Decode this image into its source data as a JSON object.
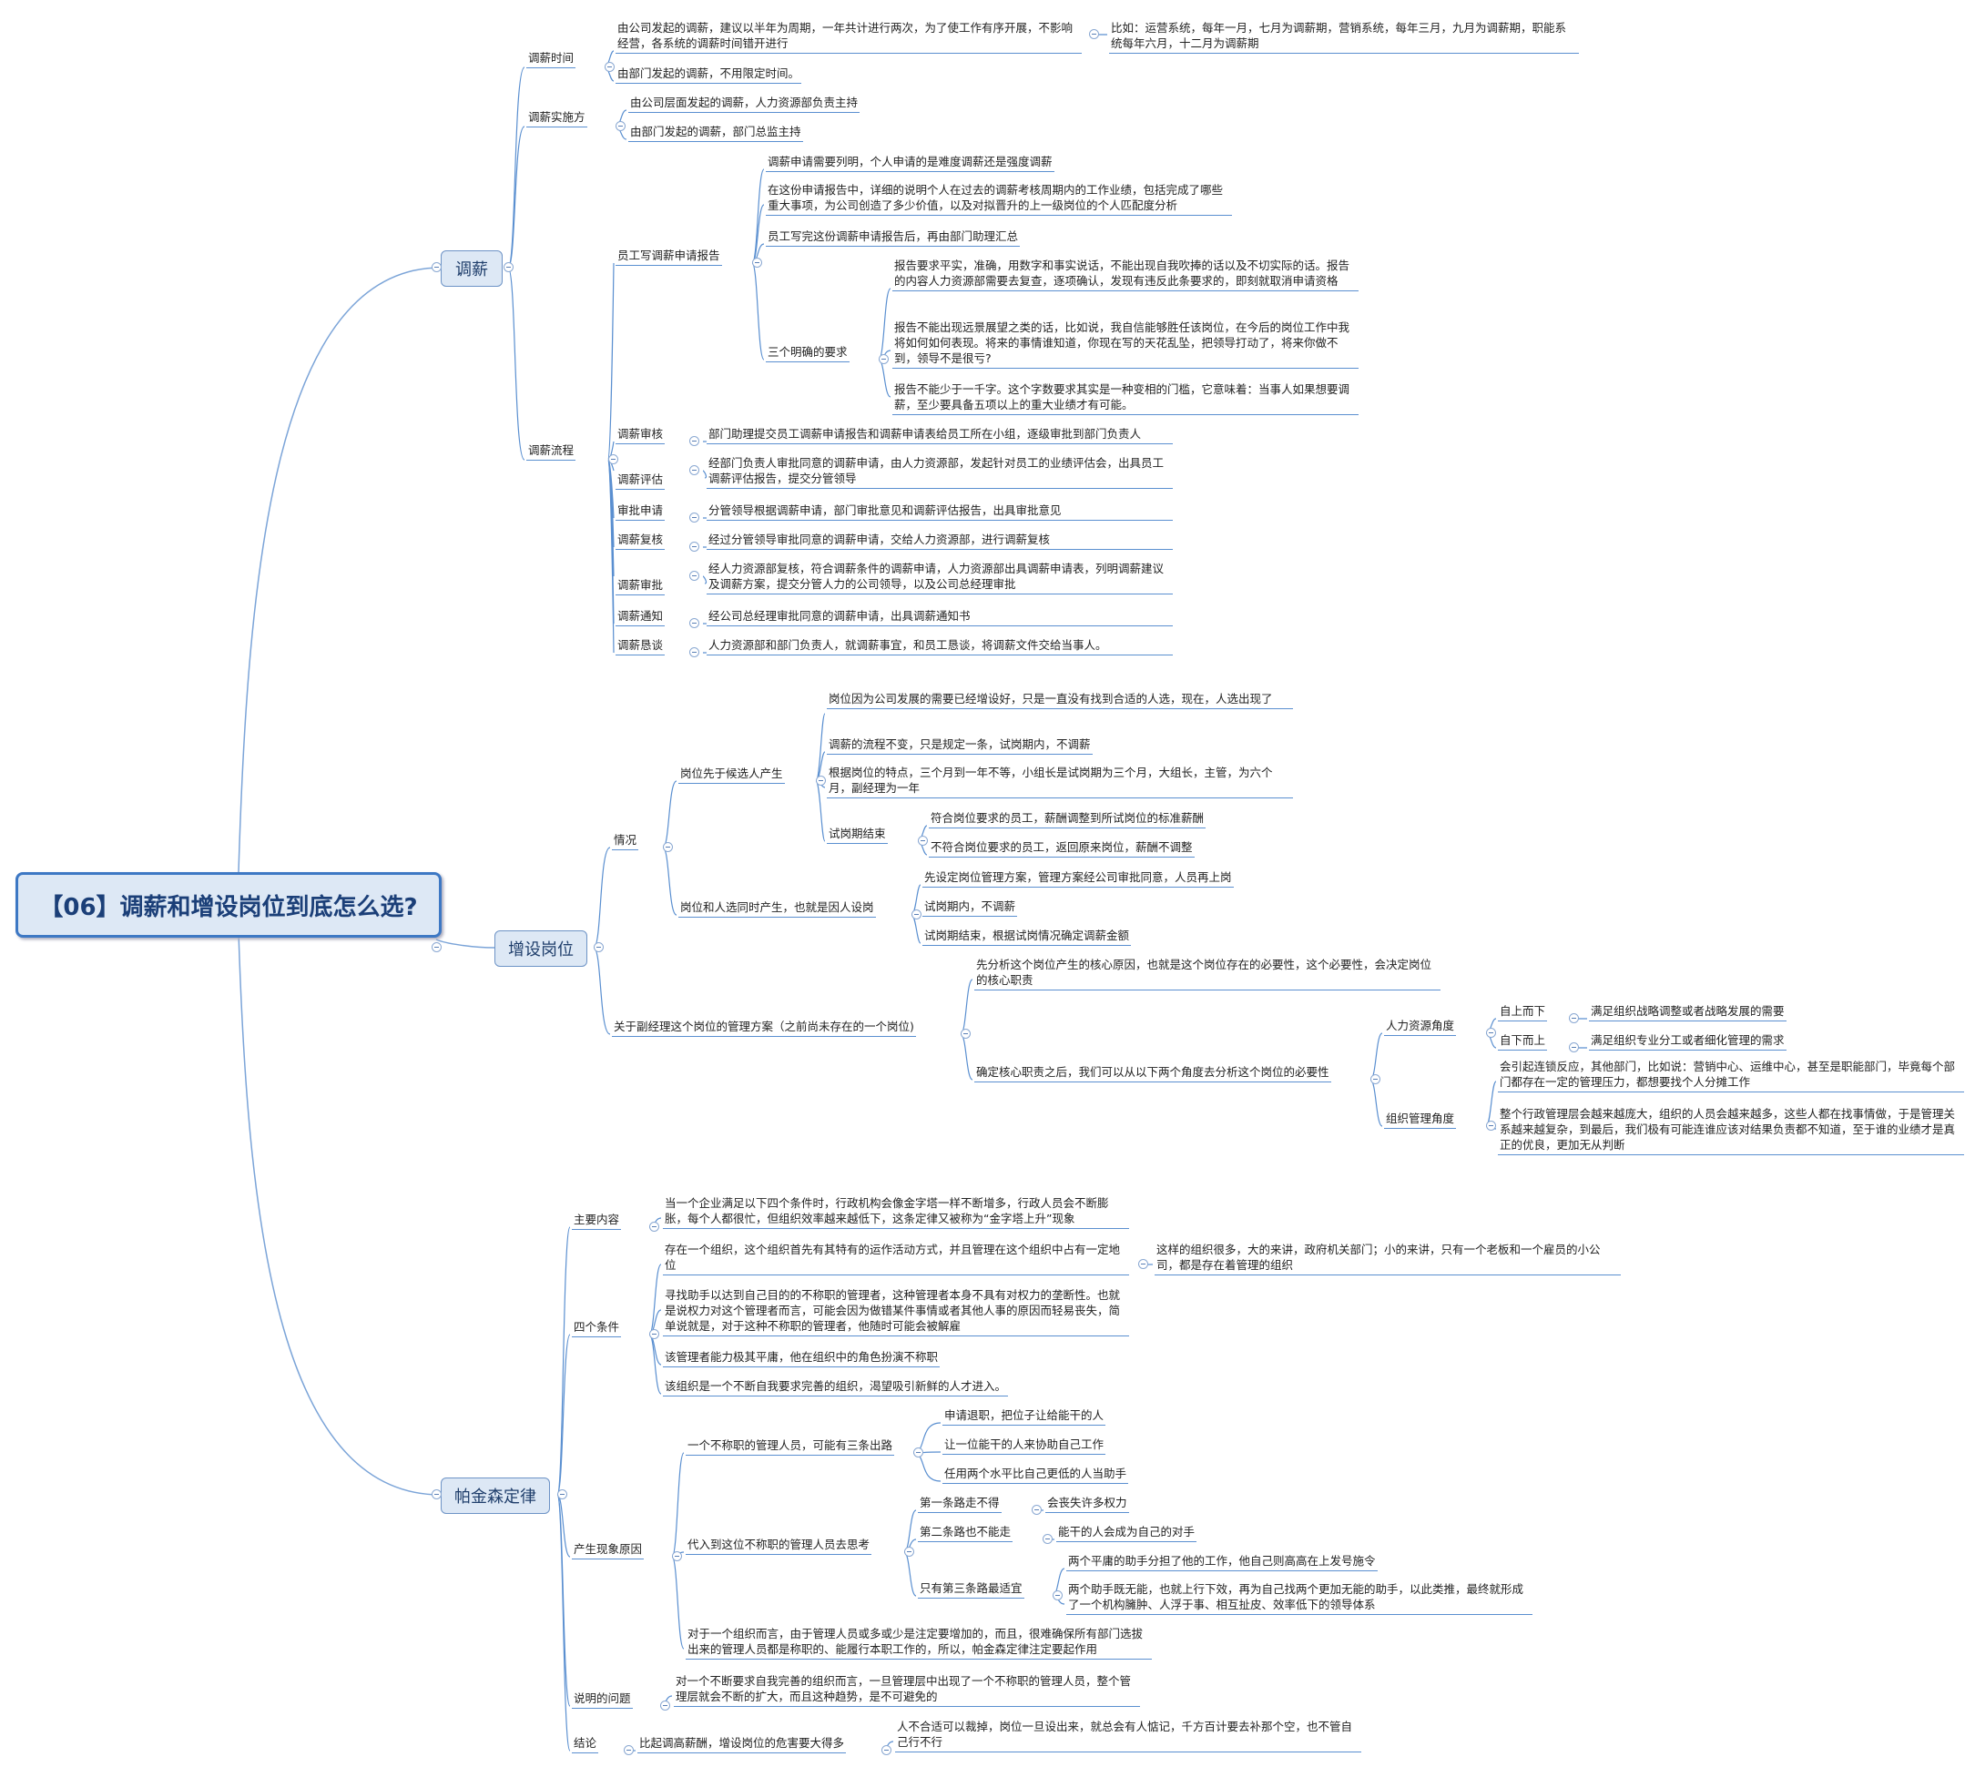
{
  "root": "【06】调薪和增设岗位到底怎么选?",
  "branches": {
    "tiaoxin": "调薪",
    "zengshe": "增设岗位",
    "pajinsen": "帕金森定律"
  },
  "tx": {
    "time": "调薪时间",
    "time_c1": "由公司发起的调薪，建议以半年为周期，一年共计进行两次，为了使工作有序开展，不影响经营，各系统的调薪时间错开进行",
    "time_c1_ex": "比如：运营系统，每年一月，七月为调薪期，营销系统，每年三月，九月为调薪期，职能系统每年六月，十二月为调薪期",
    "time_c2": "由部门发起的调薪，不用限定时间。",
    "impl": "调薪实施方",
    "impl_c1": "由公司层面发起的调薪，人力资源部负责主持",
    "impl_c2": "由部门发起的调薪，部门总监主持",
    "flow": "调薪流程",
    "report": "员工写调薪申请报告",
    "report_c1": "调薪申请需要列明，个人申请的是难度调薪还是强度调薪",
    "report_c2": "在这份申请报告中，详细的说明个人在过去的调薪考核周期内的工作业绩，包括完成了哪些重大事项，为公司创造了多少价值，以及对拟晋升的上一级岗位的个人匹配度分析",
    "report_c3": "员工写完这份调薪申请报告后，再由部门助理汇总",
    "req": "三个明确的要求",
    "req_c1": "报告要求平实，准确，用数字和事实说话，不能出现自我吹捧的话以及不切实际的话。报告的内容人力资源部需要去复查，逐项确认，发现有违反此条要求的，即刻就取消申请资格",
    "req_c2": "报告不能出现远景展望之类的话，比如说，我自信能够胜任该岗位，在今后的岗位工作中我将如何如何表现。将来的事情谁知道，你现在写的天花乱坠，把领导打动了，将来你做不到，领导不是很亏?",
    "req_c3": "报告不能少于一千字。这个字数要求其实是一种变相的门槛，它意味着：当事人如果想要调薪，至少要具备五项以上的重大业绩才有可能。",
    "steps": [
      {
        "label": "调薪审核",
        "text": "部门助理提交员工调薪申请报告和调薪申请表给员工所在小组，逐级审批到部门负责人"
      },
      {
        "label": "调薪评估",
        "text": "经部门负责人审批同意的调薪申请，由人力资源部，发起针对员工的业绩评估会，出具员工调薪评估报告，提交分管领导"
      },
      {
        "label": "审批申请",
        "text": "分管领导根据调薪申请，部门审批意见和调薪评估报告，出具审批意见"
      },
      {
        "label": "调薪复核",
        "text": "经过分管领导审批同意的调薪申请，交给人力资源部，进行调薪复核"
      },
      {
        "label": "调薪审批",
        "text": "经人力资源部复核，符合调薪条件的调薪申请，人力资源部出具调薪申请表，列明调薪建议及调薪方案，提交分管人力的公司领导，以及公司总经理审批"
      },
      {
        "label": "调薪通知",
        "text": "经公司总经理审批同意的调薪申请，出具调薪通知书"
      },
      {
        "label": "调薪恳谈",
        "text": "人力资源部和部门负责人，就调薪事宜，和员工恳谈，将调薪文件交给当事人。"
      }
    ]
  },
  "zs": {
    "situation": "情况",
    "s1": "岗位先于候选人产生",
    "s1_c1": "岗位因为公司发展的需要已经增设好，只是一直没有找到合适的人选，现在，人选出现了",
    "s1_c2": "调薪的流程不变，只是规定一条，试岗期内，不调薪",
    "s1_c3": "根据岗位的特点，三个月到一年不等，小组长是试岗期为三个月，大组长，主管，为六个月，副经理为一年",
    "s1_c4": "试岗期结束",
    "s1_c4_a": "符合岗位要求的员工，薪酬调整到所试岗位的标准薪酬",
    "s1_c4_b": "不符合岗位要求的员工，返回原来岗位，薪酬不调整",
    "s2": "岗位和人选同时产生，也就是因人设岗",
    "s2_c1": "先设定岗位管理方案，管理方案经公司审批同意，人员再上岗",
    "s2_c2": "试岗期内，不调薪",
    "s2_c3": "试岗期结束，根据试岗情况确定调薪金额",
    "deputy": "关于副经理这个岗位的管理方案（之前尚未存在的一个岗位)",
    "d_c1": "先分析这个岗位产生的核心原因，也就是这个岗位存在的必要性，这个必要性，会决定岗位的核心职责",
    "d_c2": "确定核心职责之后，我们可以从以下两个角度去分析这个岗位的必要性",
    "hr": "人力资源角度",
    "hr_up": "自上而下",
    "hr_up_t": "满足组织战略调整或者战略发展的需要",
    "hr_down": "自下而上",
    "hr_down_t": "满足组织专业分工或者细化管理的需求",
    "org": "组织管理角度",
    "org_c1": "会引起连锁反应，其他部门，比如说：营销中心、运维中心，甚至是职能部门，毕竟每个部门都存在一定的管理压力，都想要找个人分摊工作",
    "org_c2": "整个行政管理层会越来越庞大，组织的人员会越来越多，这些人都在找事情做，于是管理关系越来越复杂，到最后，我们极有可能连谁应该对结果负责都不知道，至于谁的业绩才是真正的优良，更加无从判断"
  },
  "pk": {
    "main": "主要内容",
    "main_c": "当一个企业满足以下四个条件时，行政机构会像金字塔一样不断增多，行政人员会不断膨胀，每个人都很忙，但组织效率越来越低下，这条定律又被称为“金字塔上升”现象",
    "cond": "四个条件",
    "cond_c1": "存在一个组织，这个组织首先有其特有的运作活动方式，并且管理在这个组织中占有一定地位",
    "cond_c1_ex": "这样的组织很多，大的来讲，政府机关部门；小的来讲，只有一个老板和一个雇员的小公司，都是存在着管理的组织",
    "cond_c2": "寻找助手以达到自己目的的不称职的管理者，这种管理者本身不具有对权力的垄断性。也就是说权力对这个管理者而言，可能会因为做错某件事情或者其他人事的原因而轻易丧失，简单说就是，对于这种不称职的管理者，他随时可能会被解雇",
    "cond_c3": "该管理者能力极其平庸，他在组织中的角色扮演不称职",
    "cond_c4": "该组织是一个不断自我要求完善的组织，渴望吸引新鲜的人才进入。",
    "cause": "产生现象原因",
    "cause_a": "一个不称职的管理人员，可能有三条出路",
    "cause_a1": "申请退职，把位子让给能干的人",
    "cause_a2": "让一位能干的人来协助自己工作",
    "cause_a3": "任用两个水平比自己更低的人当助手",
    "cause_b": "代入到这位不称职的管理人员去思考",
    "cause_b1": "第一条路走不得",
    "cause_b1_t": "会丧失许多权力",
    "cause_b2": "第二条路也不能走",
    "cause_b2_t": "能干的人会成为自己的对手",
    "cause_b3": "只有第三条路最适宜",
    "cause_b3_t1": "两个平庸的助手分担了他的工作，他自己则高高在上发号施令",
    "cause_b3_t2": "两个助手既无能，也就上行下效，再为自己找两个更加无能的助手，以此类推，最终就形成了一个机构臃肿、人浮于事、相互扯皮、效率低下的领导体系",
    "cause_c": "对于一个组织而言，由于管理人员或多或少是注定要增加的，而且，很难确保所有部门选拔出来的管理人员都是称职的、能履行本职工作的，所以，帕金森定律注定要起作用",
    "expl": "说明的问题",
    "expl_c": "对一个不断要求自我完善的组织而言，一旦管理层中出现了一个不称职的管理人员，整个管理层就会不断的扩大，而且这种趋势，是不可避免的",
    "concl": "结论",
    "concl_c": "比起调高薪酬，增设岗位的危害要大得多",
    "concl_c_ex": "人不合适可以裁掉，岗位一旦设出来，就总会有人惦记，千方百计要去补那个空，也不管自己行不行"
  }
}
